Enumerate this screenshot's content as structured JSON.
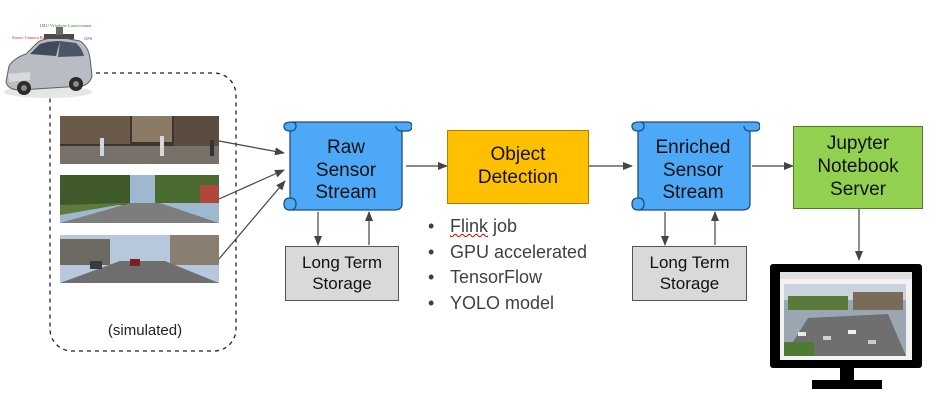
{
  "inputs": {
    "caption": "(simulated)",
    "car_labels": [
      "IMU Velodyne Laserscanner",
      "Stereo Camera Rig",
      "GPS"
    ]
  },
  "nodes": {
    "raw": [
      "Raw",
      "Sensor",
      "Stream"
    ],
    "detect": [
      "Object",
      "Detection"
    ],
    "enriched": [
      "Enriched",
      "Sensor",
      "Stream"
    ],
    "jupyter": [
      "Jupyter",
      "Notebook",
      "Server"
    ]
  },
  "storage": {
    "left": [
      "Long Term",
      "Storage"
    ],
    "right": [
      "Long Term",
      "Storage"
    ]
  },
  "features": {
    "flink_prefix": "Flink",
    "flink_suffix": " job",
    "gpu": "GPU accelerated",
    "tf": "TensorFlow",
    "yolo": "YOLO model"
  },
  "colors": {
    "stream_fill": "#4da9f7",
    "detection_fill": "#ffc000",
    "jupyter_fill": "#92d050",
    "storage_fill": "#d9d9d9"
  }
}
